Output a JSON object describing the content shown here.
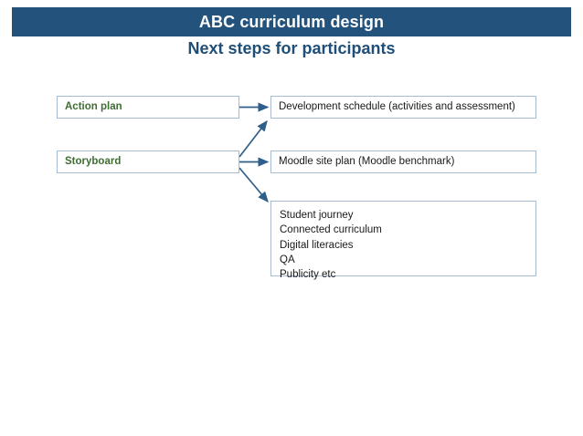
{
  "slide": {
    "title": "ABC curriculum design",
    "subtitle": "Next steps for participants",
    "banner_color": "#23527c",
    "subtitle_color": "#1f4e79",
    "box_border_color": "#a6bcd4",
    "green_label_color": "#3f6d33",
    "connector_color": "#2e5f8a"
  },
  "diagram": {
    "inputs": [
      {
        "id": "action-plan",
        "label": "Action plan"
      },
      {
        "id": "storyboard",
        "label": "Storyboard"
      }
    ],
    "outputs": [
      {
        "id": "dev-schedule",
        "label": "Development schedule (activities and assessment)"
      },
      {
        "id": "moodle-plan",
        "label": "Moodle site plan (Moodle benchmark)"
      }
    ],
    "topics_box": {
      "id": "topics-list",
      "lines": [
        "Student journey",
        "Connected curriculum",
        "Digital literacies",
        "QA",
        "Publicity etc"
      ]
    },
    "connectors": [
      {
        "id": "action-plan-to-dev-schedule",
        "from": "action-plan",
        "to": "dev-schedule",
        "style": "straight-arrow"
      },
      {
        "id": "storyboard-to-moodle-plan",
        "from": "storyboard",
        "to": "moodle-plan",
        "style": "straight-arrow"
      },
      {
        "id": "storyboard-to-dev-schedule",
        "from": "storyboard",
        "to": "dev-schedule",
        "style": "diagonal-arrow-up"
      },
      {
        "id": "storyboard-to-topics-list",
        "from": "storyboard",
        "to": "topics-list",
        "style": "diagonal-arrow-down"
      }
    ]
  }
}
